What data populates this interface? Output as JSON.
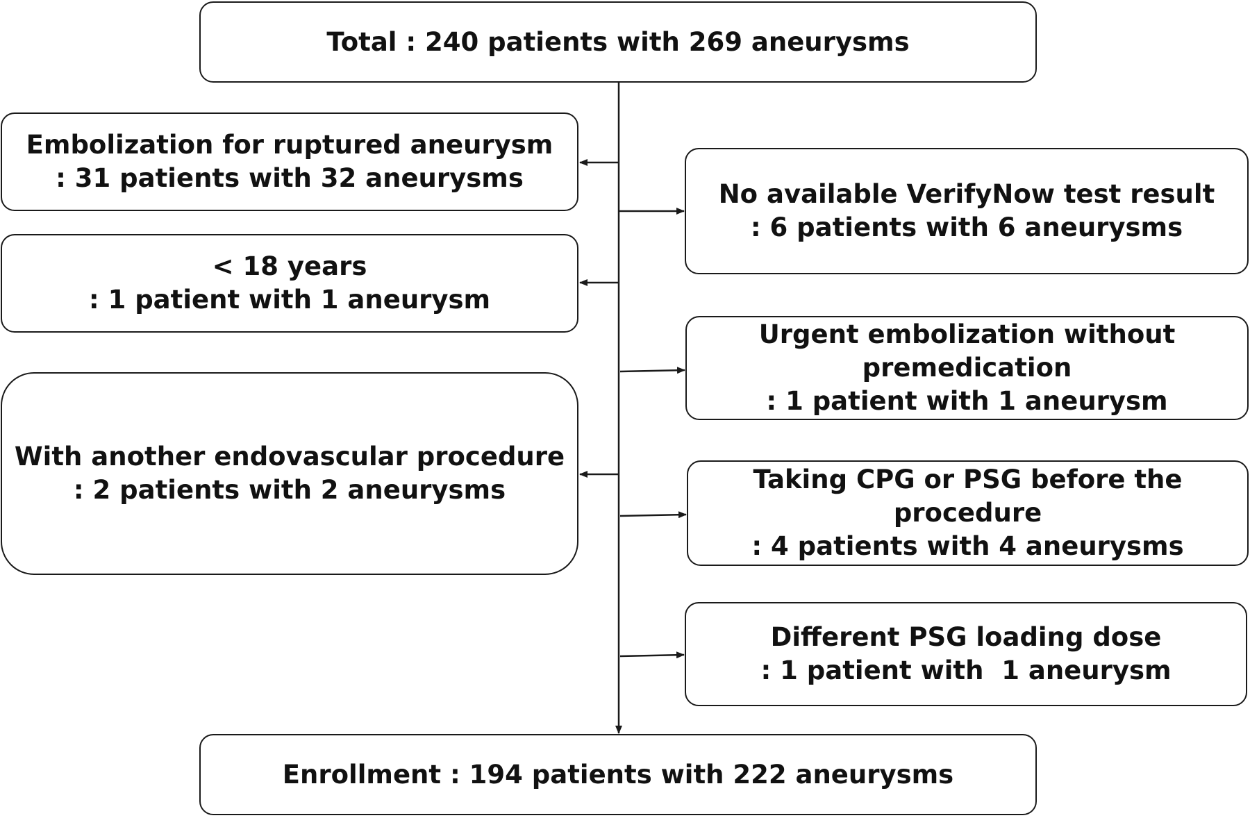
{
  "colors": {
    "line": "#1a1a1a",
    "text": "#111111",
    "background": "#ffffff"
  },
  "total": {
    "line1": "Total : 240 patients with 269 aneurysms"
  },
  "exclusions_left": [
    {
      "line1": "Embolization for ruptured aneurysm",
      "line2": ": 31 patients with 32 aneurysms"
    },
    {
      "line1": "< 18 years",
      "line2": ": 1 patient with 1 aneurysm"
    },
    {
      "line1": "With another endovascular procedure",
      "line2": ": 2 patients with 2 aneurysms"
    }
  ],
  "exclusions_right": [
    {
      "line1": "No available VerifyNow test result",
      "line2": ": 6 patients with 6 aneurysms"
    },
    {
      "line1": "Urgent embolization without",
      "line2": "premedication",
      "line3": ": 1 patient with 1 aneurysm"
    },
    {
      "line1": "Taking CPG or PSG before the",
      "line2": "procedure",
      "line3": ": 4 patients with 4 aneurysms"
    },
    {
      "line1": "Different PSG loading dose",
      "line2": ": 1 patient with  1 aneurysm"
    }
  ],
  "enrollment": {
    "line1": "Enrollment : 194 patients with 222 aneurysms"
  }
}
